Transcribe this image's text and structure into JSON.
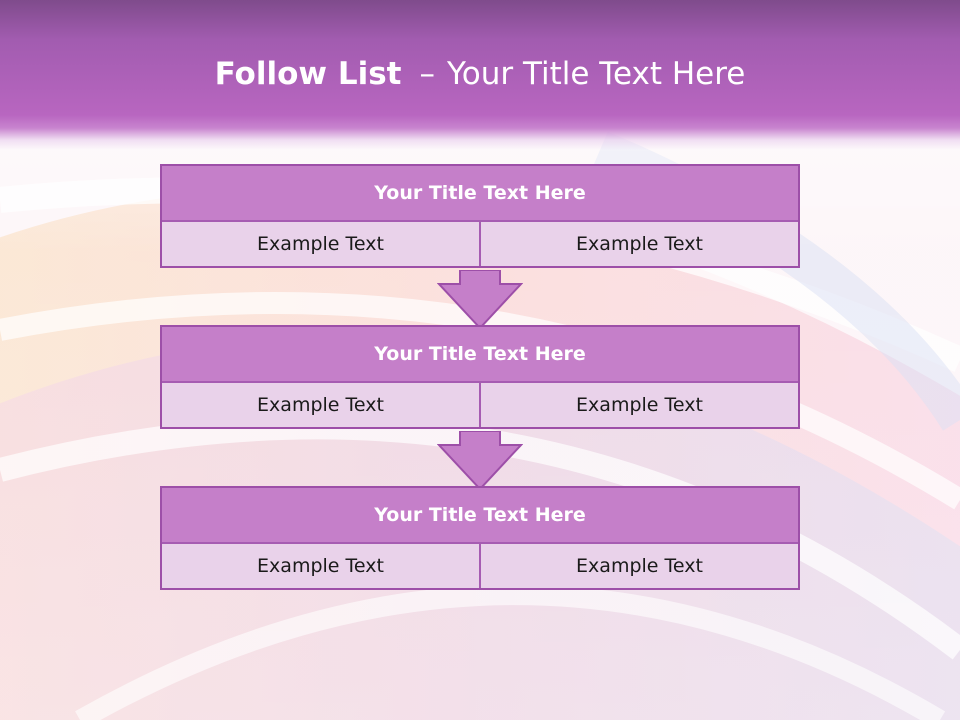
{
  "slide": {
    "title_bold": "Follow List",
    "title_sep": "–",
    "title_rest": "Your Title Text Here"
  },
  "blocks": [
    {
      "title": "Your Title Text Here",
      "left_text": "Example Text",
      "right_text": "Example Text"
    },
    {
      "title": "Your Title Text Here",
      "left_text": "Example Text",
      "right_text": "Example Text"
    },
    {
      "title": "Your Title Text Here",
      "left_text": "Example Text",
      "right_text": "Example Text"
    }
  ],
  "colors": {
    "header_purple": "#b866c0",
    "block_title_fill": "#c57fc9",
    "block_cell_fill": "#e9d2ea",
    "border": "#9d4fa8",
    "arrow_fill": "#c57fc9"
  }
}
